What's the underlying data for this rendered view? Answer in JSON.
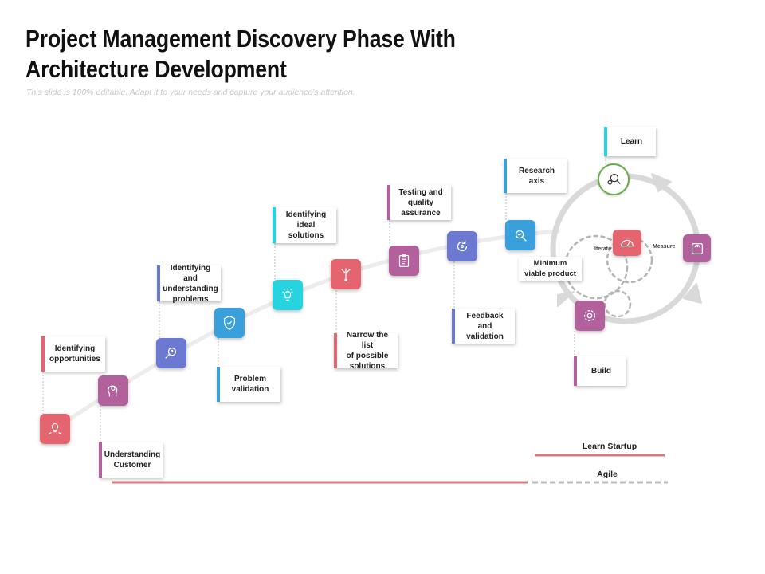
{
  "title": "Project Management Discovery Phase With Architecture Development",
  "subtitle": "This slide is 100% editable. Adapt it to your needs and capture your audience’s attention.",
  "colors": {
    "red": "#e46470",
    "purple": "#b2619c",
    "indigo": "#6b79d2",
    "blue": "#3aa0dc",
    "teal": "#28d3e0",
    "green_icon_border": "#6aad4a",
    "grey_ring": "#d9d9d9",
    "dashed": "#b5b5b5"
  },
  "steps": [
    {
      "label": "Identifying\nopportunities",
      "color": "#e46470",
      "icon": "lightbulb-hands-icon"
    },
    {
      "label": "Understanding\nCustomer",
      "color": "#b2619c",
      "icon": "head-gears-icon"
    },
    {
      "label": "Identifying and\nunderstanding\nproblems",
      "color": "#6b79d2",
      "icon": "magnifier-question-icon"
    },
    {
      "label": "Problem\nvalidation",
      "color": "#3aa0dc",
      "icon": "shield-check-icon"
    },
    {
      "label": "Identifying\nideal\nsolutions",
      "color": "#28d3e0",
      "icon": "idea-bulb-icon"
    },
    {
      "label": "Narrow the list\nof possible\nsolutions",
      "color": "#e46470",
      "icon": "funnel-arrows-icon"
    },
    {
      "label": "Testing and\nquality\nassurance",
      "color": "#b2619c",
      "icon": "clipboard-checklist-icon"
    },
    {
      "label": "Feedback\nand\nvalidation",
      "color": "#6b79d2",
      "icon": "refresh-cycle-icon"
    },
    {
      "label": "Research\naxis",
      "color": "#3aa0dc",
      "icon": "search-chart-icon"
    }
  ],
  "cycle": {
    "learn": "Learn",
    "measure": "Measure",
    "build": "Build",
    "iterate": "Iterate",
    "mvp": "Minimum\nviable product"
  },
  "legend": {
    "learn_startup": "Learn Startup",
    "agile": "Agile"
  }
}
